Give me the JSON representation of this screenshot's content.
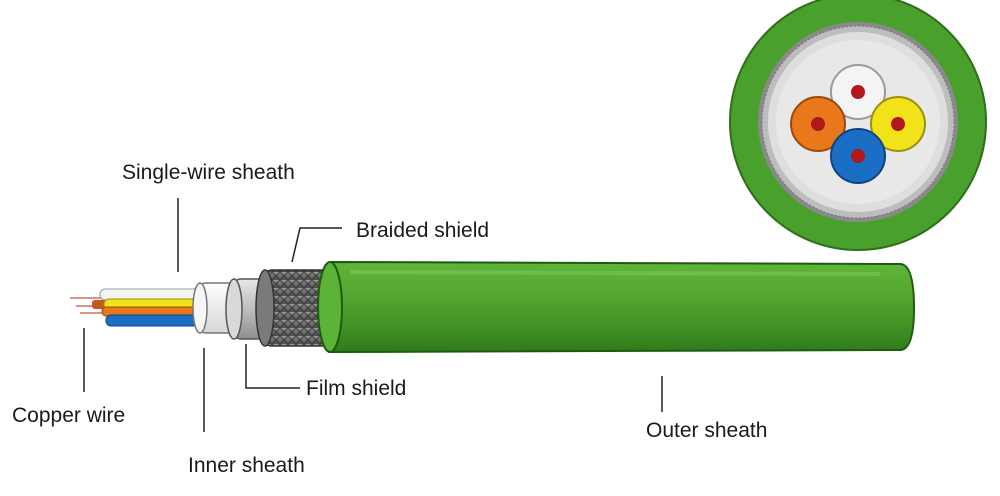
{
  "labels": {
    "single_wire_sheath": "Single-wire sheath",
    "braided_shield": "Braided shield",
    "film_shield": "Film shield",
    "copper_wire": "Copper wire",
    "inner_sheath": "Inner sheath",
    "outer_sheath": "Outer sheath"
  },
  "colors": {
    "outer_sheath_green": "#4aa02c",
    "outer_sheath_dark": "#2f7a1c",
    "core_white": "#f2f2f2",
    "core_orange": "#e8781a",
    "core_yellow": "#f2e21a",
    "core_blue": "#1a6fc4",
    "copper": "#c0392b",
    "braid_gray": "#8c8c8c"
  }
}
